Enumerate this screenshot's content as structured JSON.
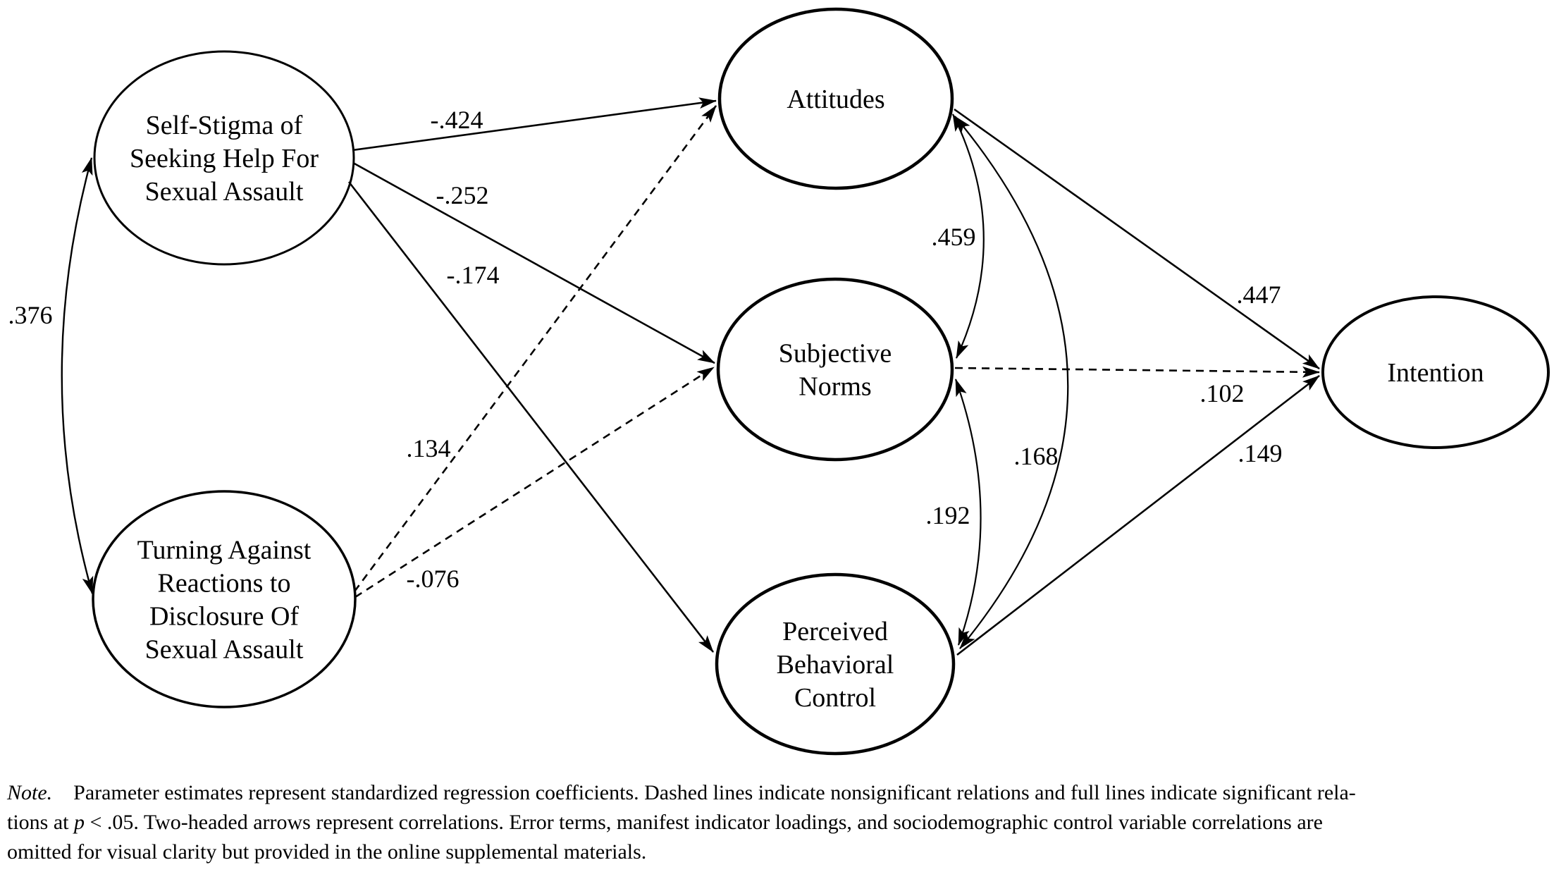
{
  "figure": {
    "description": "Structural equation path model of theory of planned behavior constructs",
    "colors": {
      "stroke": "#000000",
      "text": "#000000",
      "background": "#ffffff"
    },
    "nodes": [
      {
        "id": "self-stigma",
        "label": "Self-Stigma of Seeking Help For Sexual Assault",
        "lines": [
          "Self-Stigma of",
          "Seeking Help For",
          "Sexual Assault"
        ]
      },
      {
        "id": "turning-against",
        "label": "Turning Against Reactions to Disclosure Of Sexual Assault",
        "lines": [
          "Turning Against",
          "Reactions to",
          "Disclosure Of",
          "Sexual Assault"
        ]
      },
      {
        "id": "attitudes",
        "label": "Attitudes",
        "lines": [
          "Attitudes"
        ]
      },
      {
        "id": "subjective-norms",
        "label": "Subjective Norms",
        "lines": [
          "Subjective",
          "Norms"
        ]
      },
      {
        "id": "perceived-behavioral-control",
        "label": "Perceived Behavioral Control",
        "lines": [
          "Perceived",
          "Behavioral",
          "Control"
        ]
      },
      {
        "id": "intention",
        "label": "Intention",
        "lines": [
          "Intention"
        ]
      }
    ],
    "edges": [
      {
        "id": "corr-ss-ta",
        "from": "self-stigma",
        "to": "turning-against",
        "value": ".376",
        "style": "solid",
        "two_headed": true
      },
      {
        "id": "ss-attitudes",
        "from": "self-stigma",
        "to": "attitudes",
        "value": "-.424",
        "style": "solid",
        "two_headed": false
      },
      {
        "id": "ss-sn",
        "from": "self-stigma",
        "to": "subjective-norms",
        "value": "-.252",
        "style": "solid",
        "two_headed": false
      },
      {
        "id": "ss-pbc",
        "from": "self-stigma",
        "to": "perceived-behavioral-control",
        "value": "-.174",
        "style": "solid",
        "two_headed": false
      },
      {
        "id": "ta-attitudes",
        "from": "turning-against",
        "to": "attitudes",
        "value": ".134",
        "style": "dashed",
        "two_headed": false
      },
      {
        "id": "ta-sn",
        "from": "turning-against",
        "to": "subjective-norms",
        "value": "-.076",
        "style": "dashed",
        "two_headed": false
      },
      {
        "id": "corr-att-sn",
        "from": "attitudes",
        "to": "subjective-norms",
        "value": ".459",
        "style": "solid",
        "two_headed": true
      },
      {
        "id": "corr-att-pbc",
        "from": "attitudes",
        "to": "perceived-behavioral-control",
        "value": ".168",
        "style": "solid",
        "two_headed": true
      },
      {
        "id": "corr-sn-pbc",
        "from": "subjective-norms",
        "to": "perceived-behavioral-control",
        "value": ".192",
        "style": "solid",
        "two_headed": true
      },
      {
        "id": "att-intention",
        "from": "attitudes",
        "to": "intention",
        "value": ".447",
        "style": "solid",
        "two_headed": false
      },
      {
        "id": "sn-intention",
        "from": "subjective-norms",
        "to": "intention",
        "value": ".102",
        "style": "dashed",
        "two_headed": false
      },
      {
        "id": "pbc-intention",
        "from": "perceived-behavioral-control",
        "to": "intention",
        "value": ".149",
        "style": "solid",
        "two_headed": false
      }
    ]
  },
  "note": {
    "lines": [
      [
        {
          "t": "Note.",
          "i": true
        },
        {
          "t": "  Parameter estimates represent standardized regression coefficients. Dashed lines indicate nonsignificant relations and full lines indicate significant rela-",
          "i": false
        }
      ],
      [
        {
          "t": "tions at ",
          "i": false
        },
        {
          "t": "p",
          "i": true
        },
        {
          "t": " < .05. Two-headed arrows represent correlations. Error terms, manifest indicator loadings, and sociodemographic control variable correlations are",
          "i": false
        }
      ],
      [
        {
          "t": "omitted for visual clarity but provided in the online supplemental materials.",
          "i": false
        }
      ]
    ]
  }
}
